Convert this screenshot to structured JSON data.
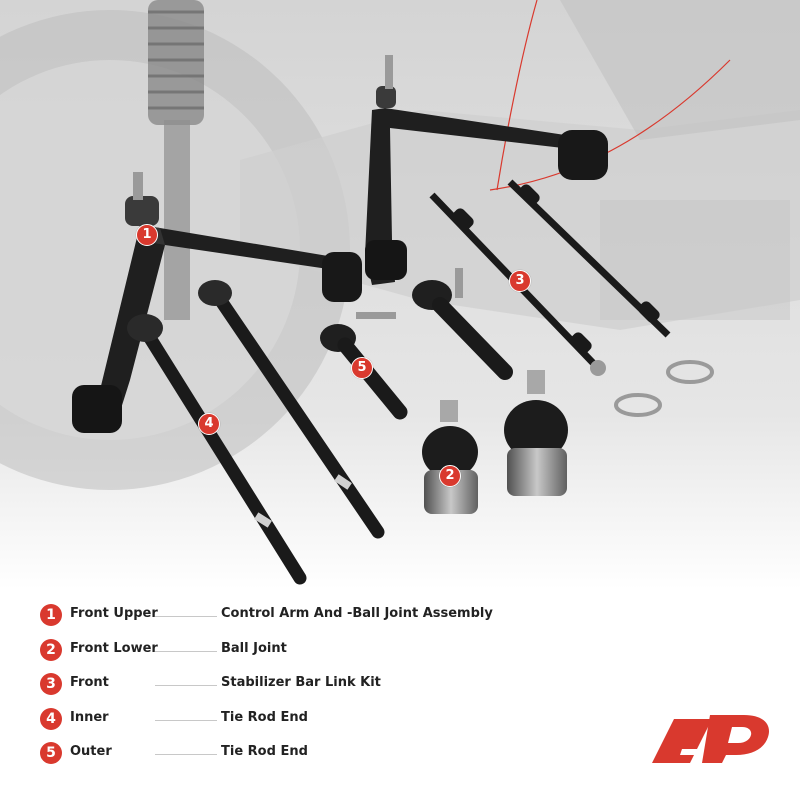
{
  "callouts": [
    "1",
    "2",
    "3",
    "4",
    "5"
  ],
  "legend": [
    {
      "num": "1",
      "name": "Front Upper",
      "desc": "Control Arm And -Ball Joint Assembly"
    },
    {
      "num": "2",
      "name": "Front Lower",
      "desc": "Ball Joint"
    },
    {
      "num": "3",
      "name": "Front",
      "desc": "Stabilizer Bar Link Kit"
    },
    {
      "num": "4",
      "name": "Inner",
      "desc": "Tie Rod End"
    },
    {
      "num": "5",
      "name": "Outer",
      "desc": "Tie Rod End"
    }
  ],
  "colors": {
    "accent": "#d9392e",
    "text": "#222222"
  },
  "icons": [
    "brand-logo-icon"
  ]
}
